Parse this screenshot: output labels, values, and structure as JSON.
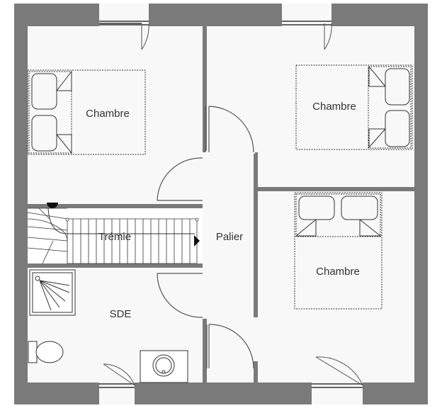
{
  "rooms": {
    "bedroom_top_left": "Chambre",
    "bedroom_top_right": "Chambre",
    "bedroom_right": "Chambre",
    "stair_well": "Trémie",
    "landing": "Palier",
    "shower_room": "SDE"
  },
  "colors": {
    "wall": "#7a7a7a",
    "floor": "#f8f8f8",
    "line": "#333333",
    "door_swing": "#555555"
  },
  "icons": [
    "bed-icon",
    "shower-icon",
    "toilet-icon",
    "sink-icon",
    "stair-icon",
    "door-icon",
    "window-icon"
  ]
}
